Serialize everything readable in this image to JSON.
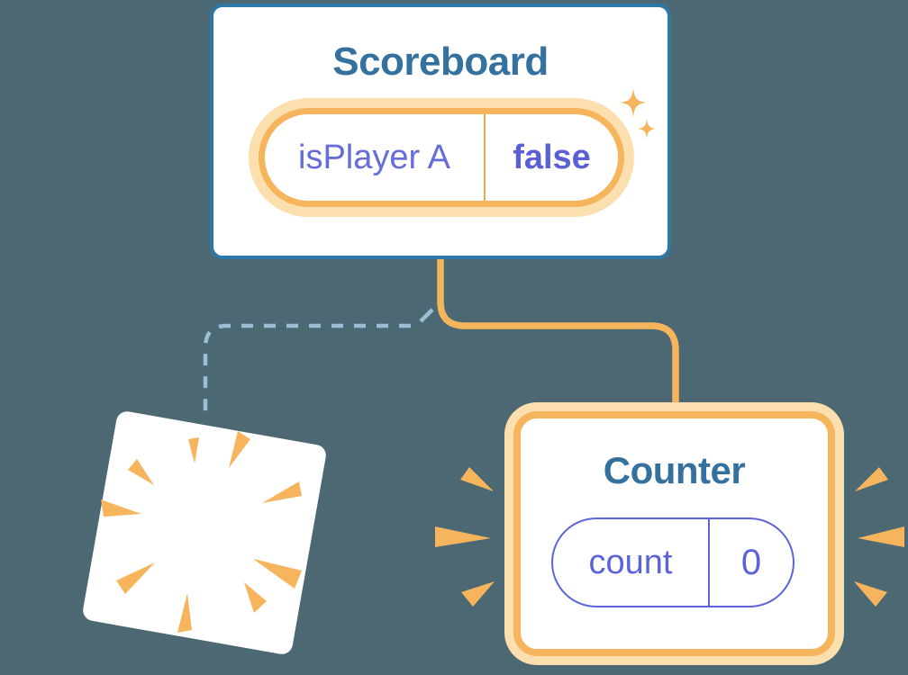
{
  "background_color": "#4c6973",
  "colors": {
    "card_border_blue": "#2d78a7",
    "title_blue": "#34719e",
    "orange": "#f6b45c",
    "orange_halo": "#fcdfae",
    "orange_divider": "#f2a950",
    "purple_name": "#666cd8",
    "purple_value_bold": "#5a5fd4",
    "purple_pill_border": "#5d64d9",
    "dashed_line_blue": "#9cbdd3",
    "card_white": "#ffffff"
  },
  "scoreboard": {
    "title": "Scoreboard",
    "state": {
      "name": "isPlayer A",
      "value": "false"
    }
  },
  "counter": {
    "title": "Counter",
    "state": {
      "name": "count",
      "value": "0"
    }
  },
  "icons": {
    "sparkles": "sparkle-stars (state preserved)",
    "burst": "emphasis-burst-rays (re-created component)",
    "destroyed_card": "exploding-card (destroyed component)"
  }
}
